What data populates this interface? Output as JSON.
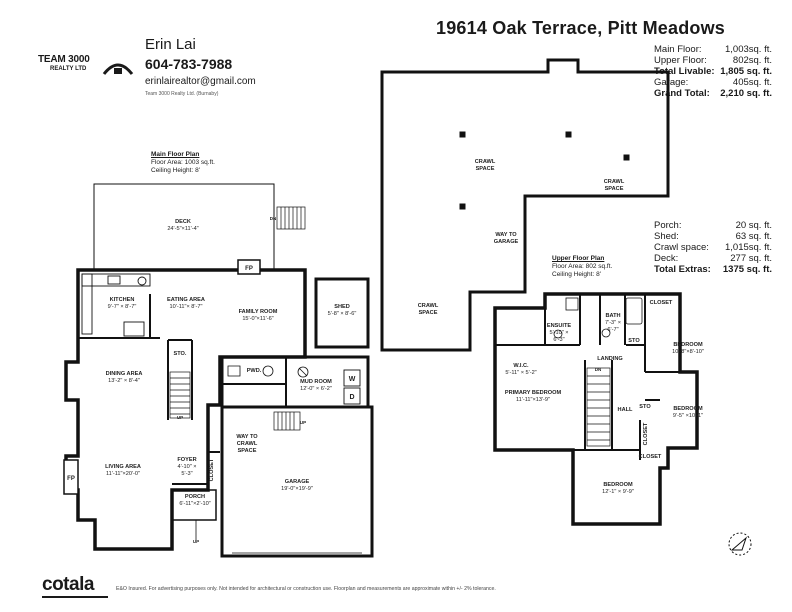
{
  "header": {
    "address": "19614 Oak Terrace, Pitt Meadows"
  },
  "agent": {
    "name": "Erin Lai",
    "phone": "604-783-7988",
    "email": "erinlairealtor@gmail.com",
    "brokerage": "Team 3000 Realty Ltd. (Burnaby)"
  },
  "logo": {
    "main": "TEAM 3000",
    "sub": "REALTY LTD"
  },
  "summary": [
    {
      "label": "Main Floor:",
      "value": "1,003sq. ft.",
      "bold": false
    },
    {
      "label": "Upper Floor:",
      "value": "802sq. ft.",
      "bold": false
    },
    {
      "label": "Total Livable:",
      "value": "1,805 sq. ft.",
      "bold": true
    },
    {
      "label": "Garage:",
      "value": "405sq. ft.",
      "bold": false
    },
    {
      "label": "Grand Total:",
      "value": "2,210 sq. ft.",
      "bold": true
    }
  ],
  "extras": [
    {
      "label": "Porch:",
      "value": "20 sq. ft.",
      "bold": false
    },
    {
      "label": "Shed:",
      "value": "63 sq. ft.",
      "bold": false
    },
    {
      "label": "Crawl space:",
      "value": "1,015sq. ft.",
      "bold": false
    },
    {
      "label": "Deck:",
      "value": "277 sq. ft.",
      "bold": false
    },
    {
      "label": "Total Extras:",
      "value": "1375 sq. ft.",
      "bold": true
    }
  ],
  "main_plan": {
    "title": "Main Floor Plan",
    "area": "Floor Area: 1003 sq.ft.",
    "height": "Ceiling Height: 8'"
  },
  "upper_plan": {
    "title": "Upper Floor Plan",
    "area": "Floor Area: 802 sq.ft.",
    "height": "Ceiling Height: 8'"
  },
  "rooms": {
    "deck": {
      "name": "DECK",
      "dim": "24'-5\"×11'-4\""
    },
    "kitchen": {
      "name": "KITCHEN",
      "dim": "9'-7\" × 8'-7\""
    },
    "eating": {
      "name": "EATING AREA",
      "dim": "10'-11\"× 8'-7\""
    },
    "family": {
      "name": "FAMILY ROOM",
      "dim": "15'-0\"×11'-6\""
    },
    "shed": {
      "name": "SHED",
      "dim": "5'-8\" × 8'-6\""
    },
    "dining": {
      "name": "DINING AREA",
      "dim": "13'-2\" × 8'-4\""
    },
    "sto_main": {
      "name": "STO."
    },
    "pwd": {
      "name": "PWD."
    },
    "mud": {
      "name": "MUD ROOM",
      "dim": "12'-0\" × 6'-2\""
    },
    "living": {
      "name": "LIVING AREA",
      "dim": "11'-11\"×20'-0\""
    },
    "foyer": {
      "name": "FOYER",
      "dim": "4'-10\" ×",
      "dim2": "5'-3\""
    },
    "closet_main": {
      "name": "CLOSET"
    },
    "porch": {
      "name": "PORCH",
      "dim": "6'-11\"×2'-10\""
    },
    "garage": {
      "name": "GARAGE",
      "dim": "19'-0\"×19'-9\""
    },
    "crawl_way": {
      "name": "WAY TO",
      "l2": "CRAWL",
      "l3": "SPACE"
    },
    "crawl1": {
      "name": "CRAWL",
      "l2": "SPACE"
    },
    "crawl2": {
      "name": "CRAWL",
      "l2": "SPACE"
    },
    "crawl3": {
      "name": "CRAWL",
      "l2": "SPACE"
    },
    "way_garage": {
      "name": "WAY TO",
      "l2": "GARAGE"
    },
    "wic": {
      "name": "W.I.C.",
      "dim": "5'-11\" × 5'-2\""
    },
    "ensuite": {
      "name": "ENSUITE",
      "dim": "5'-10\" ×",
      "dim2": "6'-3\""
    },
    "bath": {
      "name": "BATH",
      "dim": "7'-3\" ×",
      "dim2": "6'-7\""
    },
    "closet_u1": {
      "name": "CLOSET"
    },
    "bedroom1": {
      "name": "BEDROOM",
      "dim": "10'-8\"×8'-10\""
    },
    "sto_u1": {
      "name": "STO"
    },
    "landing": {
      "name": "LANDING"
    },
    "primary": {
      "name": "PRIMARY BEDROOM",
      "dim": "11'-11\"×13'-9\""
    },
    "hall": {
      "name": "HALL"
    },
    "sto_u2": {
      "name": "STO"
    },
    "bedroom2": {
      "name": "BEDROOM",
      "dim": "9'-5\" ×10'-1\""
    },
    "closet_u2": {
      "name": "CLOSET"
    },
    "closet_u3": {
      "name": "CLOSET"
    },
    "bedroom3": {
      "name": "BEDROOM",
      "dim": "12'-1\" × 9'-9\""
    }
  },
  "marks": {
    "fp": "FP",
    "up": "UP",
    "dn": "DN",
    "w": "W",
    "d": "D"
  },
  "footer": {
    "brand": "cotala",
    "disclaimer": "E&O Insured. For advertising purposes only. Not intended for architectural or construction use. Floorplan and measurements are approximate within +/- 2% tolerance."
  }
}
